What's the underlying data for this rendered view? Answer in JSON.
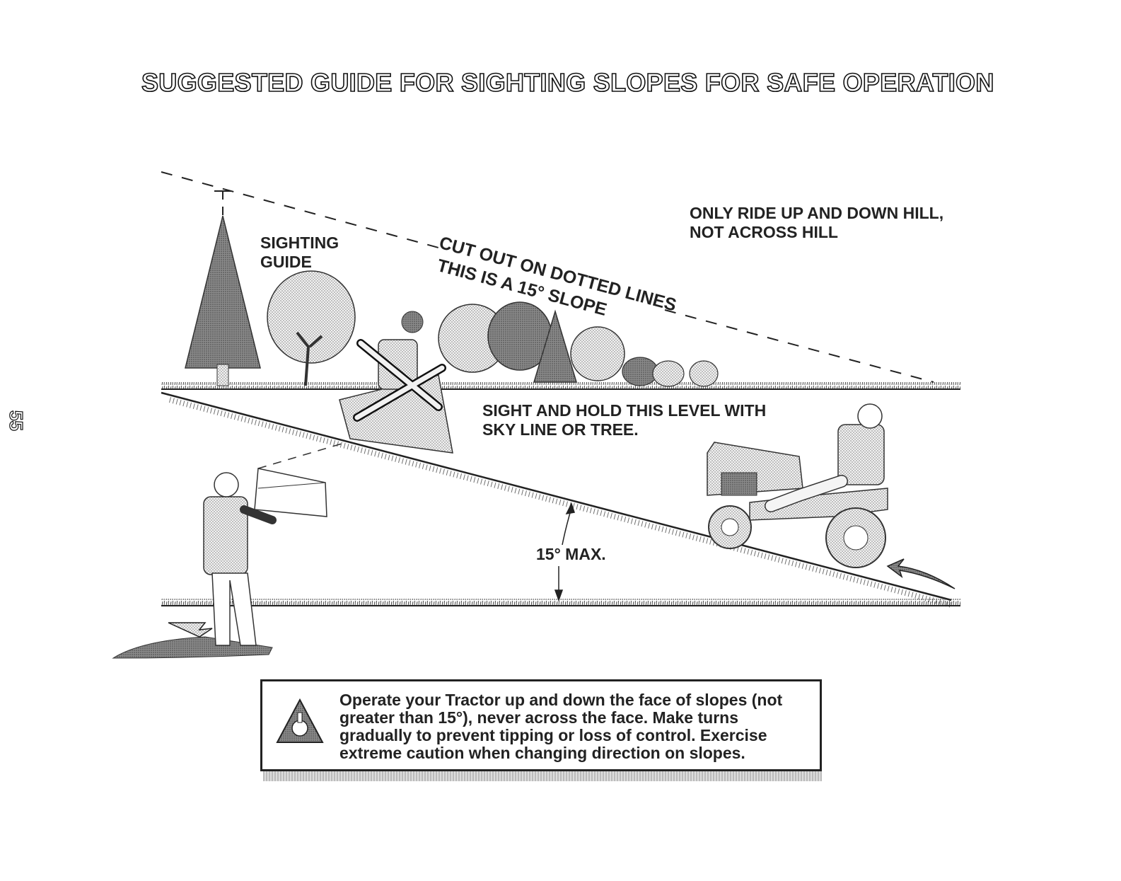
{
  "title": "SUGGESTED GUIDE FOR SIGHTING SLOPES FOR SAFE OPERATION",
  "page_number": "55",
  "labels": {
    "sighting_guide_line1": "SIGHTING",
    "sighting_guide_line2": "GUIDE",
    "cut_out": "CUT OUT ON DOTTED LINES",
    "slope_note": "THIS IS A 15° SLOPE",
    "ride_rule_line1": "ONLY RIDE UP AND DOWN HILL,",
    "ride_rule_line2": "NOT ACROSS HILL",
    "sight_hold_line1": "SIGHT AND HOLD THIS LEVEL WITH",
    "sight_hold_line2": "SKY LINE OR TREE.",
    "max_angle": "15° MAX."
  },
  "warning": {
    "icon": "warning-triangle-icon",
    "text": "Operate your Tractor up and down the face of slopes (not greater than 15°), never across the face. Make turns gradually to prevent tipping or loss of control. Exercise extreme caution when changing direction on slopes."
  }
}
